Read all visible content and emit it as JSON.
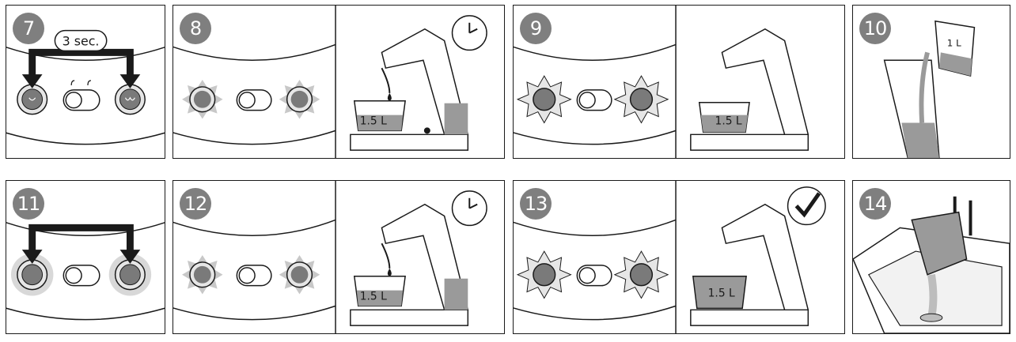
{
  "steps": [
    {
      "number": "7",
      "timer_label": "3 sec."
    },
    {
      "number": "8"
    },
    {
      "number": "9"
    },
    {
      "number": "10",
      "jug_label": "1 L"
    },
    {
      "number": "11"
    },
    {
      "number": "12"
    },
    {
      "number": "13"
    },
    {
      "number": "14"
    }
  ],
  "labels": {
    "bowl_volume": "1.5 L",
    "button_left_glyph": "ᴗ",
    "button_right_glyph": "ᴗᴗ"
  },
  "colors": {
    "outline": "#1a1a1a",
    "badge": "#7f7f7f",
    "button_fill": "#7a7a7a",
    "glow": "#c8c8c8",
    "water": "#9a9a9a"
  },
  "icons": [
    "stopwatch-icon",
    "checkmark-icon",
    "fan-icon",
    "droplet-icon",
    "arrow-down-icon"
  ]
}
